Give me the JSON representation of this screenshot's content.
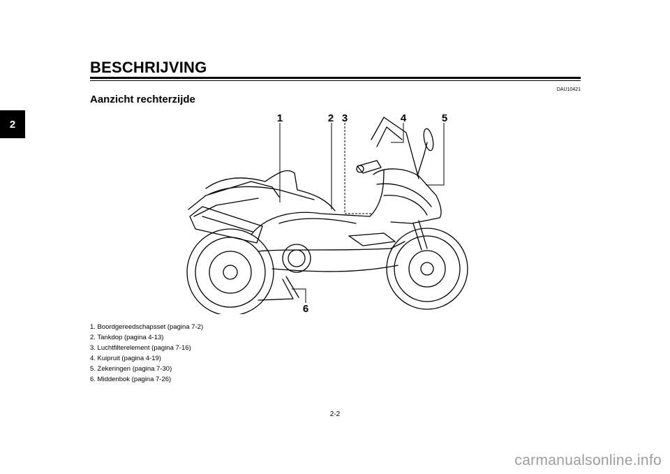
{
  "chapter_tab": "2",
  "header": {
    "title": "BESCHRIJVING",
    "doc_code": "DAU10421",
    "subtitle": "Aanzicht rechterzijde"
  },
  "figure": {
    "callouts": [
      "1",
      "2",
      "3",
      "4",
      "5",
      "6"
    ]
  },
  "legend": [
    "1. Boordgereedschapsset (pagina 7-2)",
    "2. Tankdop (pagina 4-13)",
    "3. Luchtfilterelement (pagina 7-16)",
    "4. Kuipruit (pagina 4-19)",
    "5. Zekeringen (pagina 7-30)",
    "6. Middenbok (pagina 7-26)"
  ],
  "footer": {
    "page_number": "2-2",
    "watermark": "carmanualsonline.info"
  }
}
